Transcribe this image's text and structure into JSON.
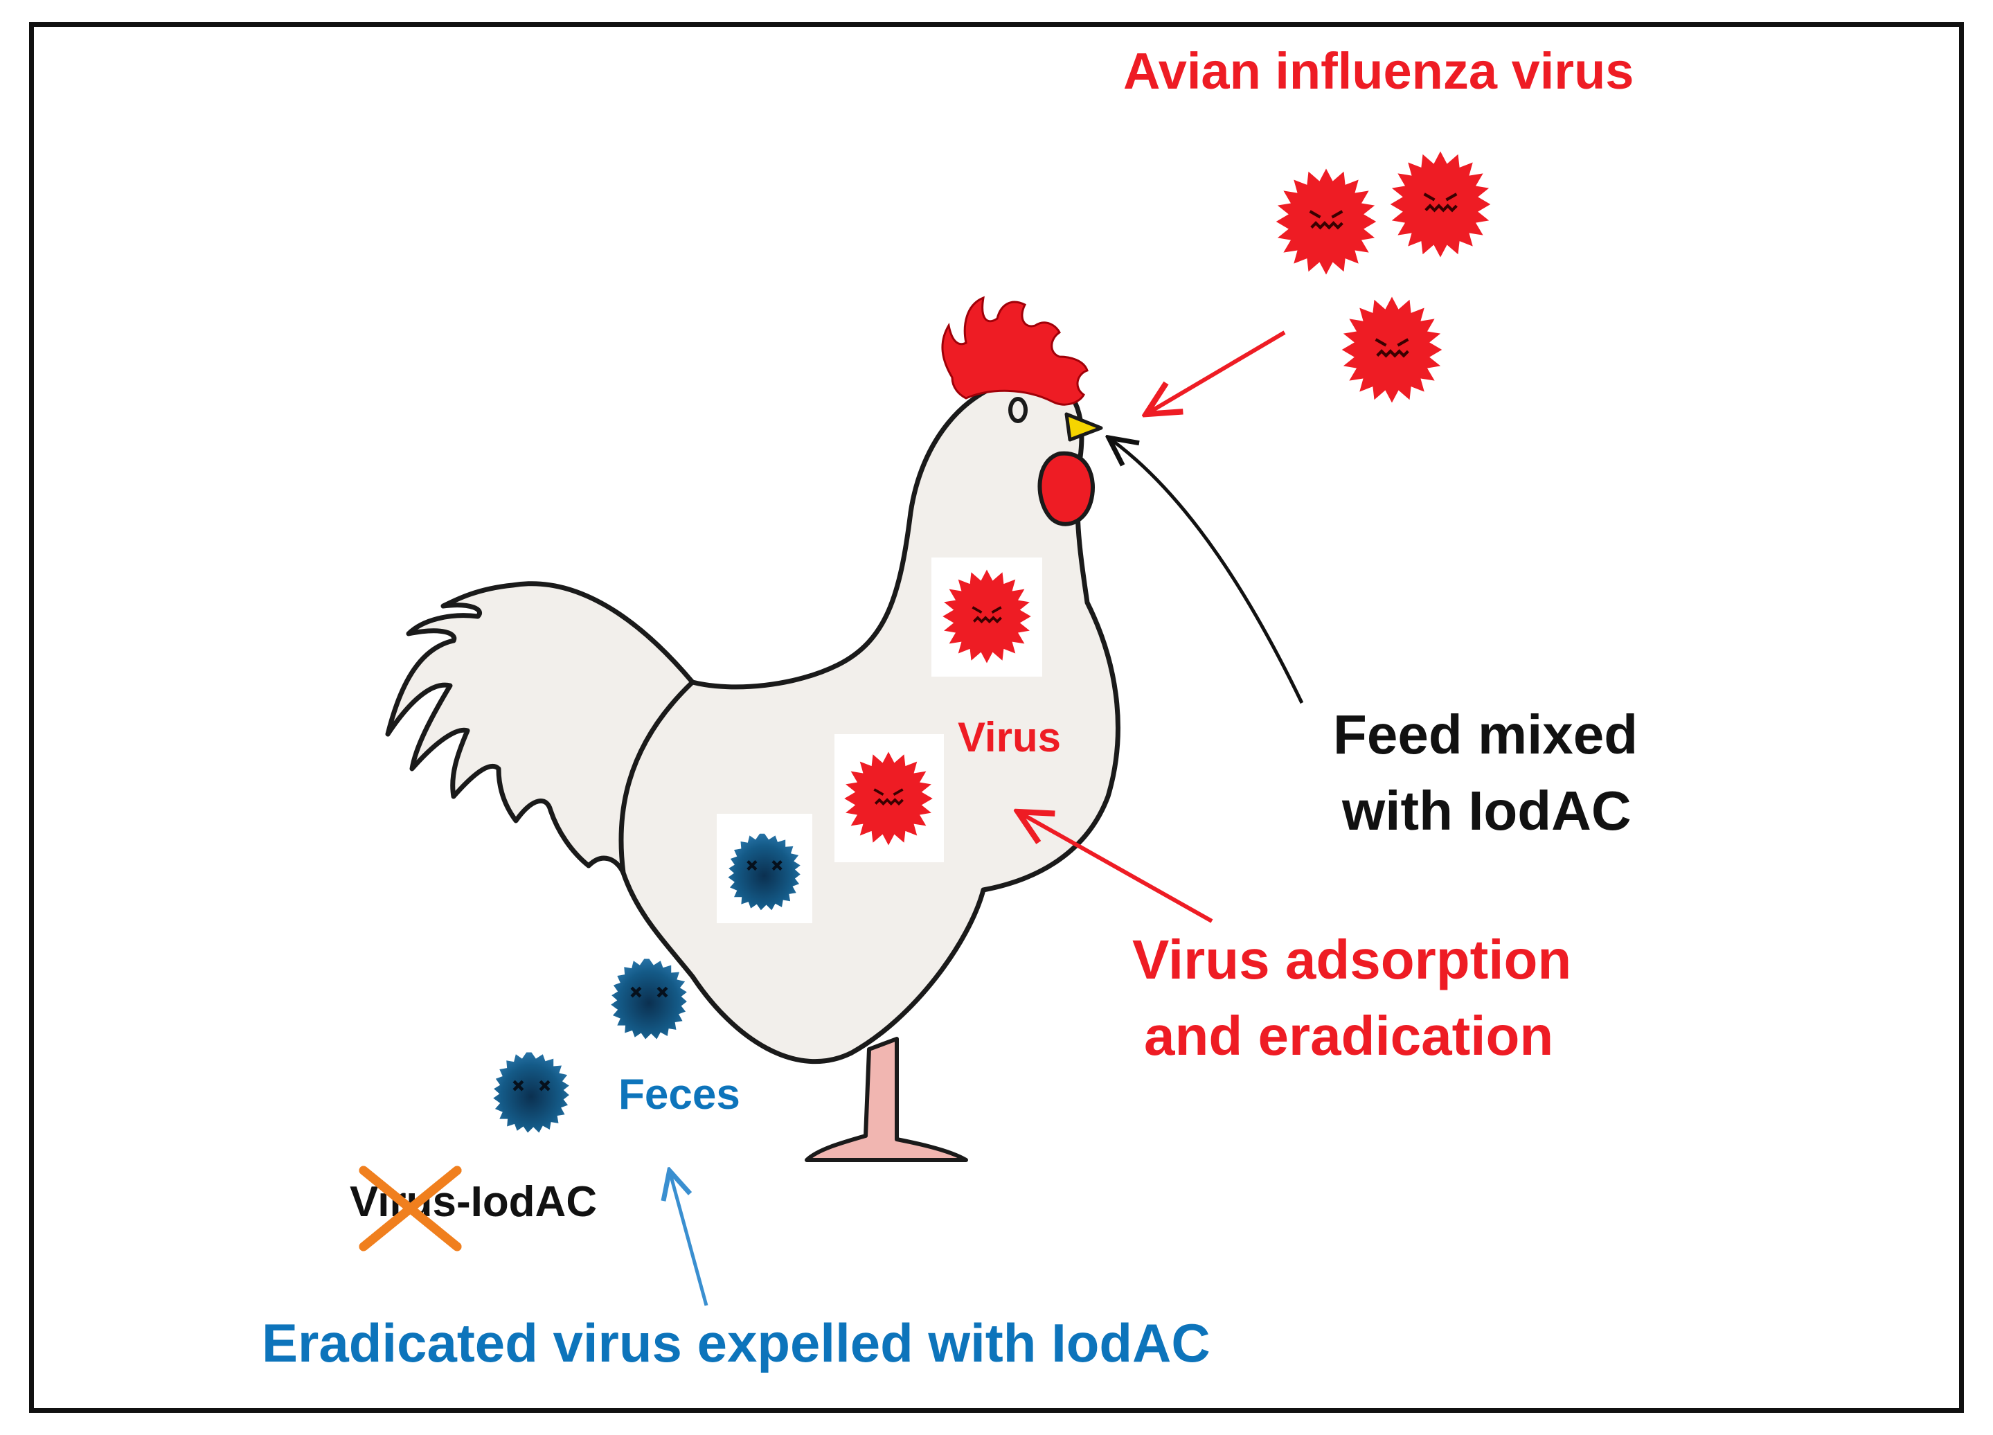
{
  "labels": {
    "avian_influenza": "Avian influenza virus",
    "feed_line1": "Feed mixed",
    "feed_line2": "with IodAC",
    "virus": "Virus",
    "adsorption_line1": "Virus adsorption",
    "adsorption_line2": "and eradication",
    "feces": "Feces",
    "virus_iodac": "Virus-IodAC",
    "expelled": "Eradicated virus expelled with IodAC"
  },
  "colors": {
    "virus_red": "#ee1c24",
    "inactivated_virus": "#145a87",
    "label_blue": "#0d74bb",
    "cross_orange": "#f07f1e",
    "comb_red": "#ee1c24",
    "beak_yellow": "#f5d500",
    "body": "#f2efeb",
    "legs": "#f1b6b1"
  },
  "icons": [
    "active-virus-icon",
    "inactivated-virus-icon",
    "cross-mark-icon",
    "rooster-illustration"
  ]
}
